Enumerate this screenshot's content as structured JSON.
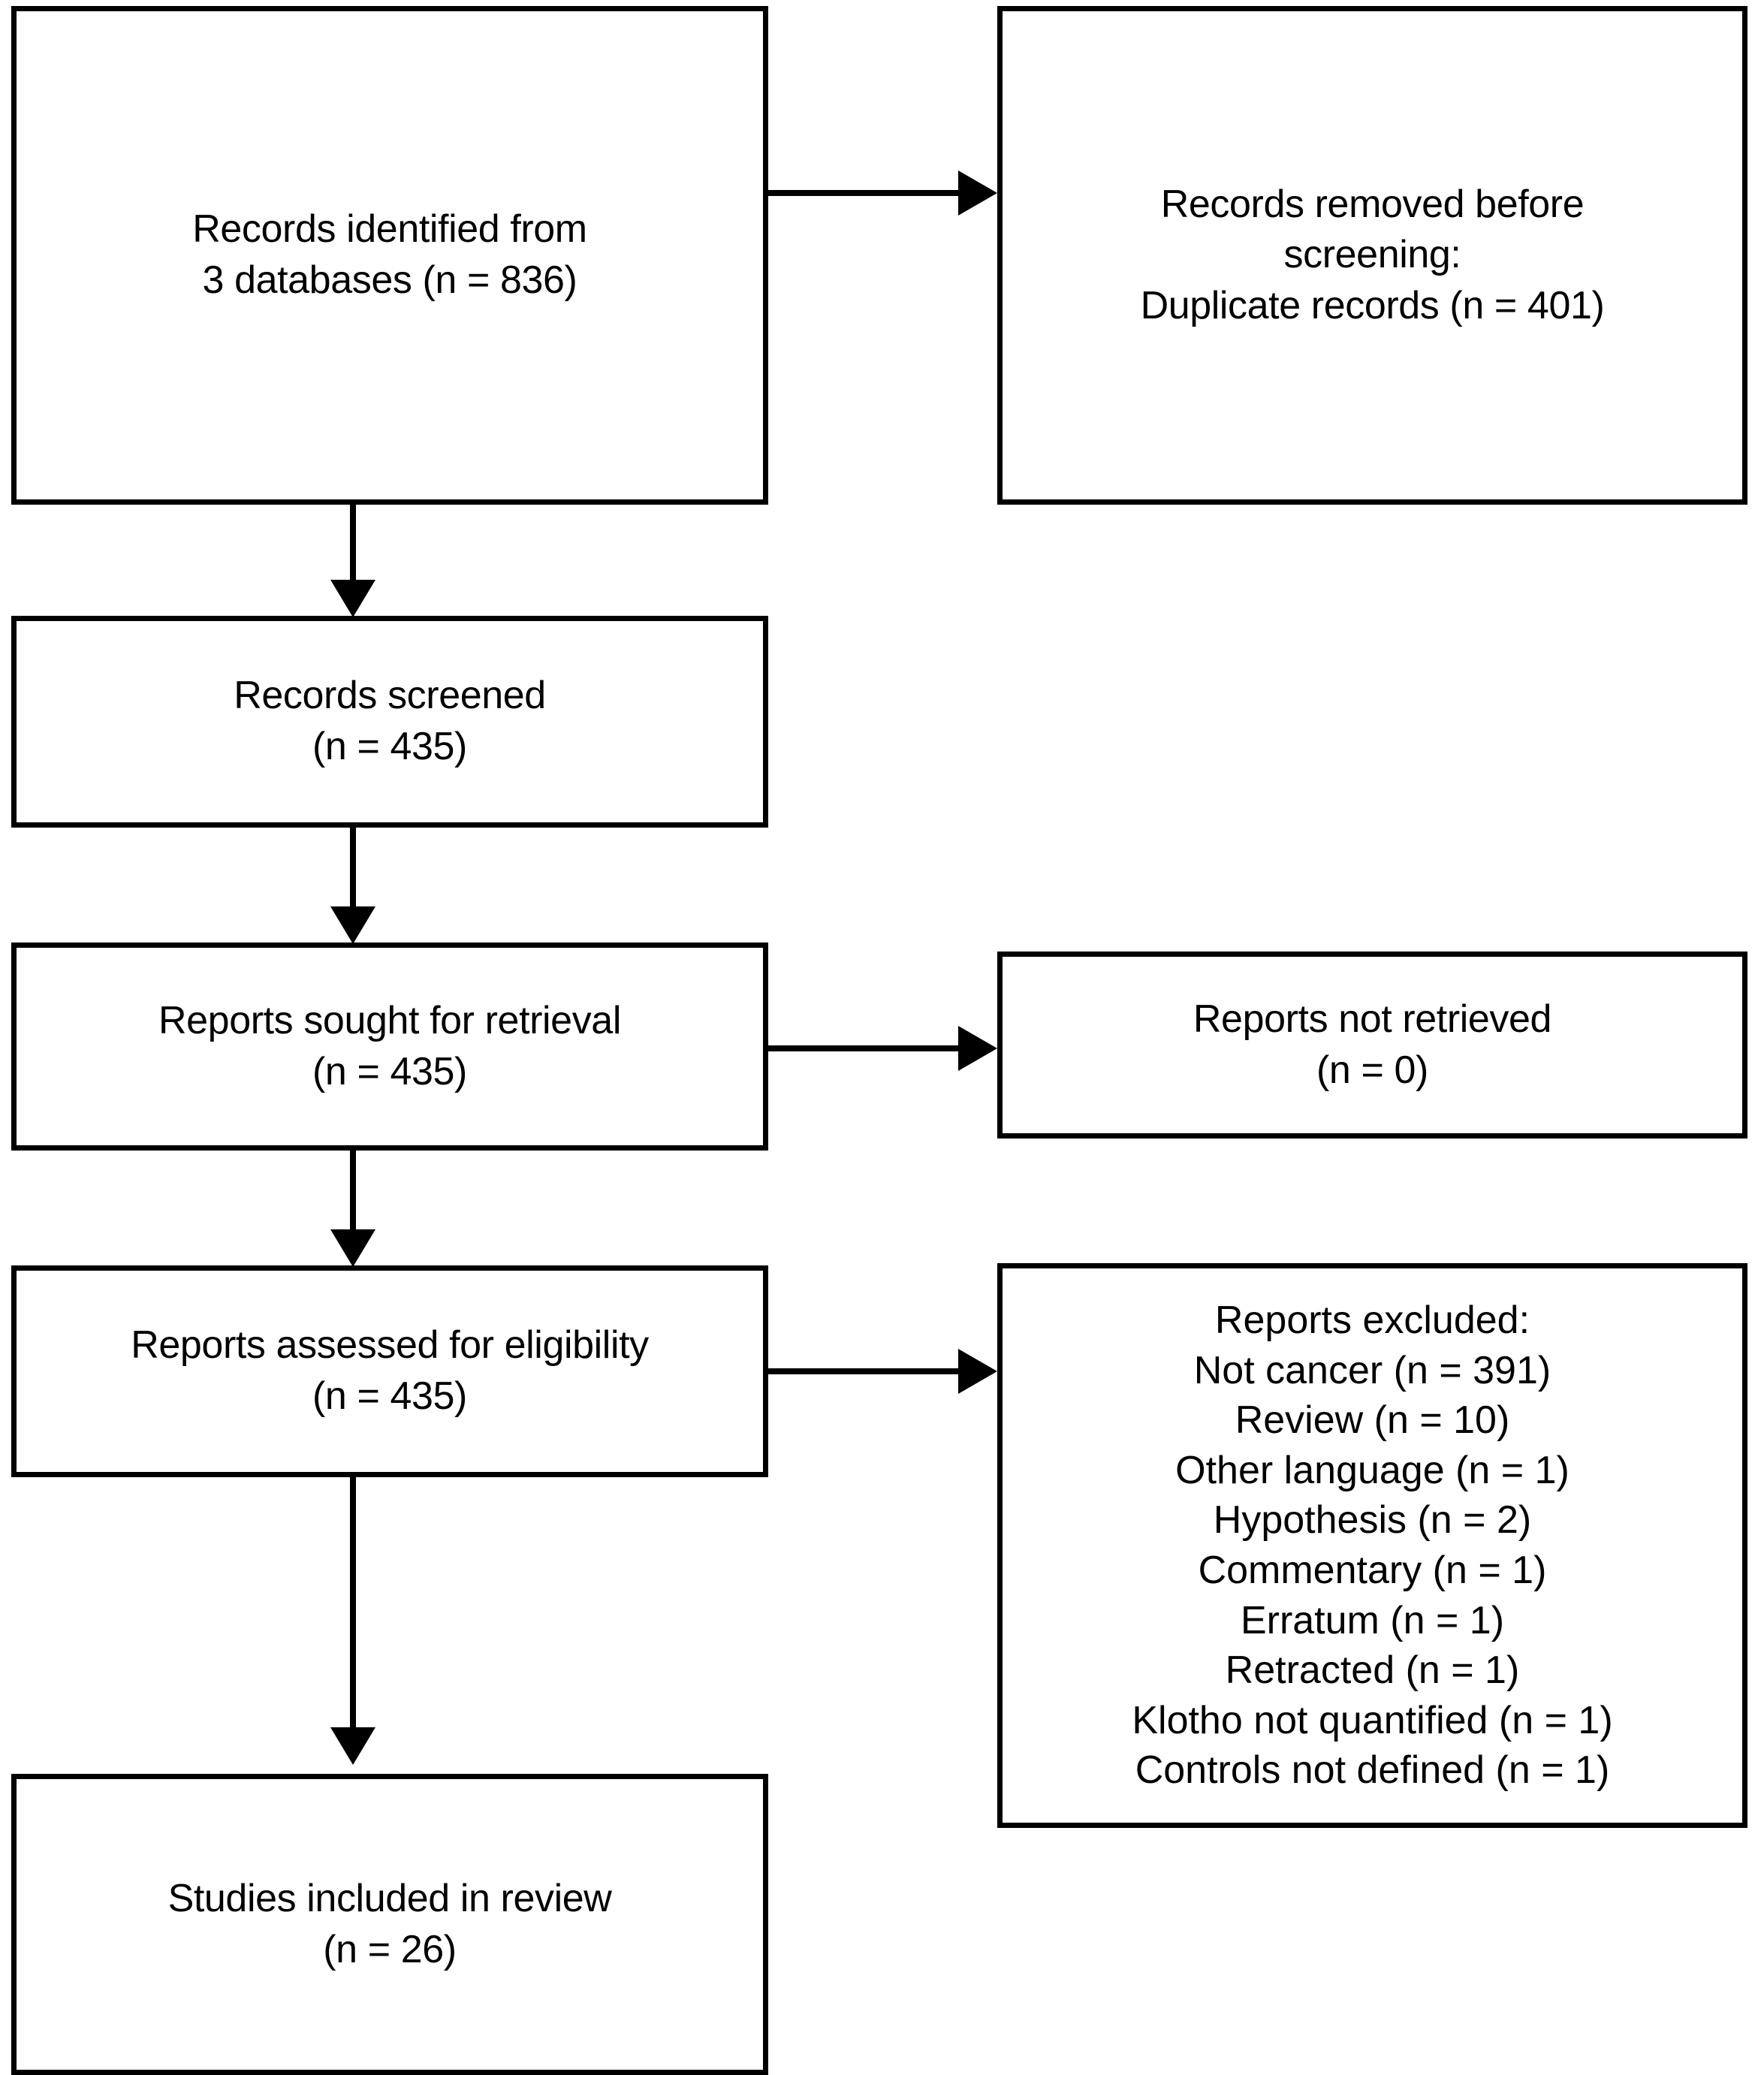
{
  "diagram": {
    "type": "prisma-flow-diagram",
    "orientation": "top-to-bottom",
    "accent_color": "#000000",
    "background_color": "#ffffff"
  },
  "boxes": {
    "identified": {
      "line1": "Records identified from",
      "line2": "3 databases (n = 836)",
      "text": "Records identified from\n3 databases (n = 836)",
      "count": 836
    },
    "removed_before_screening": {
      "line1": "Records removed before",
      "line2": "screening:",
      "line3": "Duplicate records (n = 401)",
      "text": "Records removed before\nscreening:\nDuplicate records (n = 401)",
      "count": 401
    },
    "records_screened": {
      "line1": "Records screened",
      "line2": "(n = 435)",
      "text": "Records screened\n(n = 435)",
      "count": 435
    },
    "reports_sought": {
      "line1": "Reports sought for retrieval",
      "line2": "(n = 435)",
      "text": "Reports sought for retrieval\n(n = 435)",
      "count": 435
    },
    "reports_not_retrieved": {
      "line1": "Reports not retrieved",
      "line2": "(n = 0)",
      "text": "Reports not retrieved\n(n = 0)",
      "count": 0
    },
    "reports_assessed": {
      "line1": "Reports assessed for eligibility",
      "line2": "(n = 435)",
      "text": "Reports assessed for eligibility\n(n = 435)",
      "count": 435
    },
    "reports_excluded": {
      "heading": "Reports excluded:",
      "reasons": [
        {
          "label": "Not cancer (n = 391)",
          "reason": "Not cancer",
          "count": 391
        },
        {
          "label": "Review (n = 10)",
          "reason": "Review",
          "count": 10
        },
        {
          "label": "Other language (n = 1)",
          "reason": "Other language",
          "count": 1
        },
        {
          "label": "Hypothesis (n = 2)",
          "reason": "Hypothesis",
          "count": 2
        },
        {
          "label": "Commentary (n = 1)",
          "reason": "Commentary",
          "count": 1
        },
        {
          "label": "Erratum (n = 1)",
          "reason": "Erratum",
          "count": 1
        },
        {
          "label": "Retracted (n = 1)",
          "reason": "Retracted",
          "count": 1
        },
        {
          "label": "Klotho not quantified (n = 1)",
          "reason": "Klotho not quantified",
          "count": 1
        },
        {
          "label": "Controls not defined (n = 1)",
          "reason": "Controls not defined",
          "count": 1
        }
      ]
    },
    "studies_included": {
      "line1": "Studies included in review",
      "line2": "(n = 26)",
      "text": "Studies included in review\n(n = 26)",
      "count": 26
    }
  }
}
